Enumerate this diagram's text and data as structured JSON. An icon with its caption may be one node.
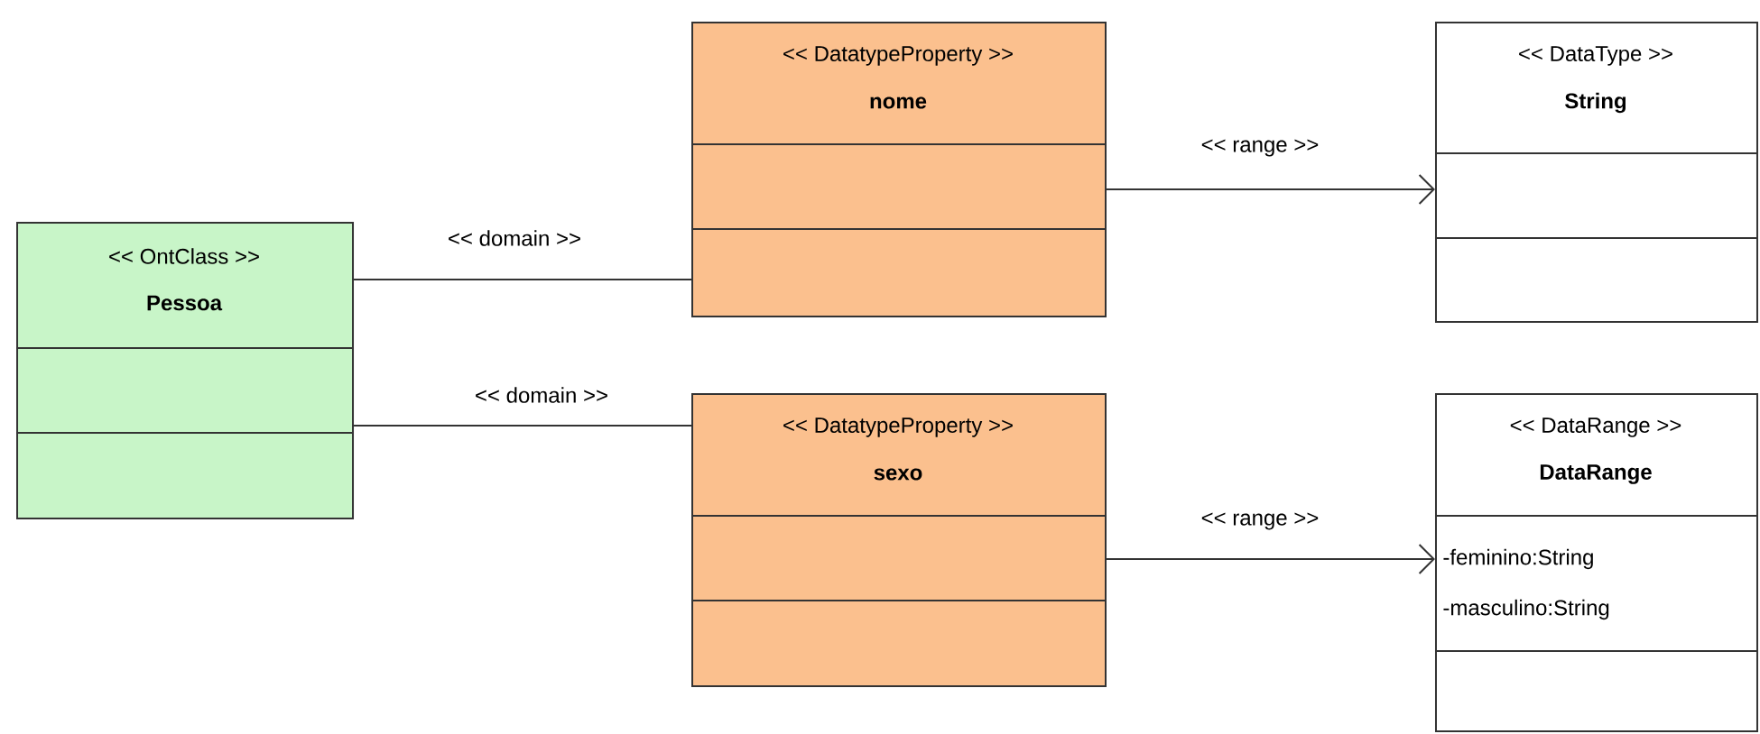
{
  "diagram": {
    "nodes": [
      {
        "text": [
          "<< OntClass >>",
          "Pessoa"
        ]
      },
      {
        "text": [
          "<< DatatypeProperty >>",
          "nome"
        ]
      },
      {
        "text": [
          "<< DatatypeProperty >>",
          "sexo"
        ]
      },
      {
        "text": [
          "<< DataType  >>",
          "String"
        ]
      },
      {
        "text": [
          "<< DataRange >>",
          "DataRange",
          "-feminino:String",
          "-masculino:String"
        ]
      }
    ],
    "edges": [
      {
        "from": 0,
        "to": 1,
        "arrow": "none",
        "label": "<< domain >>"
      },
      {
        "from": 0,
        "to": 2,
        "arrow": "none",
        "label": "<< domain >>"
      },
      {
        "from": 1,
        "to": 3,
        "arrow": "to",
        "label": "<< range >>"
      },
      {
        "from": 2,
        "to": 4,
        "arrow": "to",
        "label": "<< range >>"
      }
    ]
  }
}
